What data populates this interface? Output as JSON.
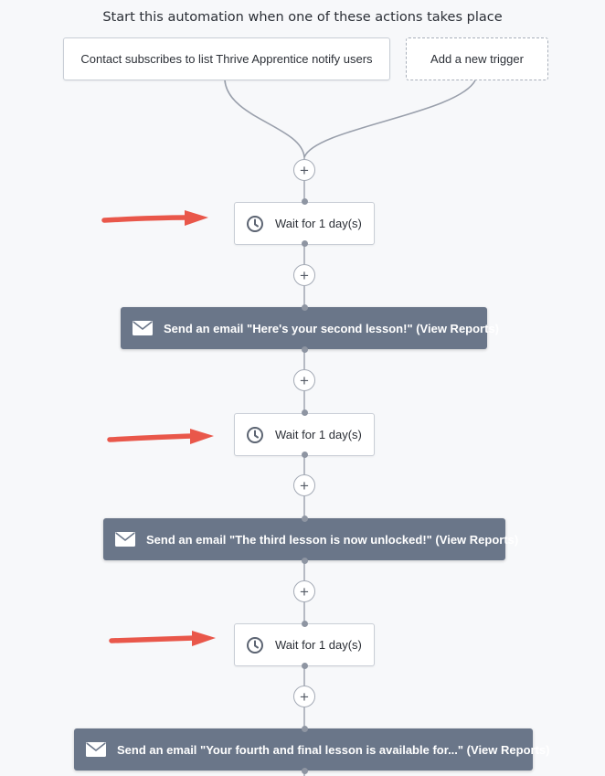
{
  "heading": "Start this automation when one of these actions takes place",
  "triggers": {
    "main_label": "Contact subscribes to list Thrive Apprentice notify users",
    "add_label": "Add a new trigger"
  },
  "add_step_symbol": "+",
  "steps": [
    {
      "type": "wait",
      "label": "Wait for 1 day(s)",
      "icon": "clock-icon"
    },
    {
      "type": "email",
      "label": "Send an email \"Here's your second lesson!\" (View Reports)",
      "icon": "envelope-icon"
    },
    {
      "type": "wait",
      "label": "Wait for 1 day(s)",
      "icon": "clock-icon"
    },
    {
      "type": "email",
      "label": "Send an email \"The third lesson is now unlocked!\" (View Reports)",
      "icon": "envelope-icon"
    },
    {
      "type": "wait",
      "label": "Wait for 1 day(s)",
      "icon": "clock-icon"
    },
    {
      "type": "email",
      "label": "Send an email \"Your fourth and final lesson is available for...\" (View Reports)",
      "icon": "envelope-icon"
    }
  ],
  "annotations": {
    "arrow_color": "#e9574a",
    "arrow_icon": "red-arrow-icon"
  },
  "colors": {
    "email_block": "#6a7689",
    "connector": "#9aa0ac",
    "background": "#f7f8fa"
  }
}
